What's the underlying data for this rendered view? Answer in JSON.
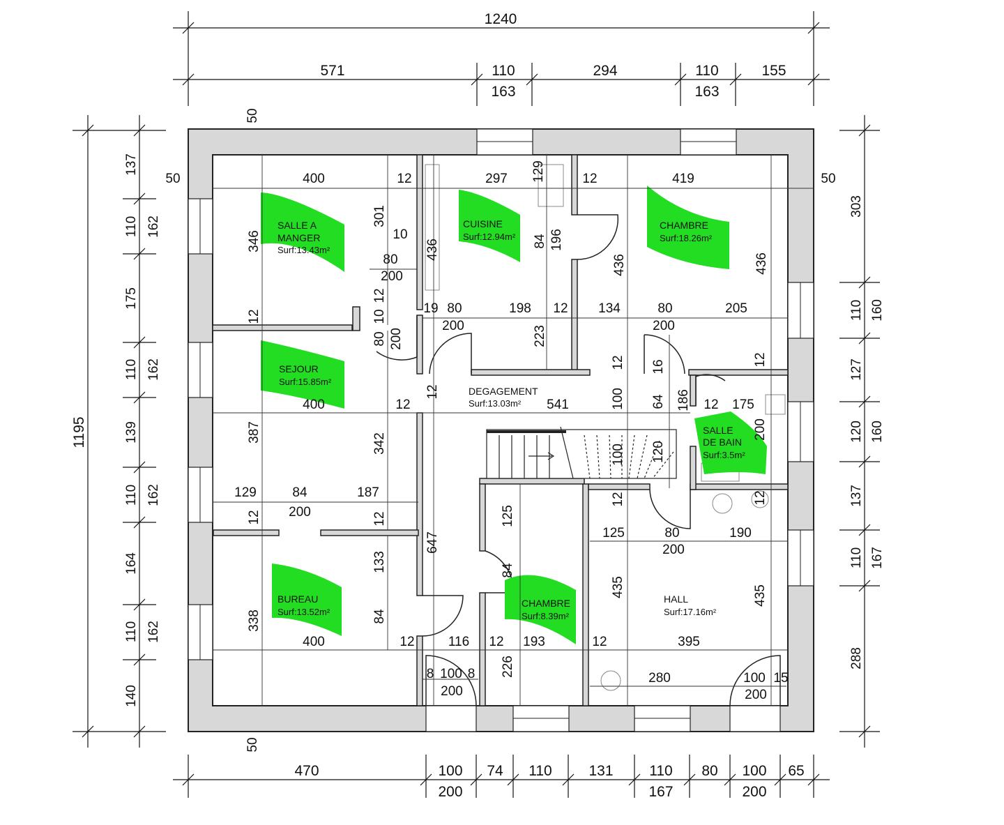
{
  "dimensions": {
    "top_total": "1240",
    "top_segments": [
      "571",
      "110",
      "294",
      "110",
      "155"
    ],
    "top_sub": [
      "163",
      "163"
    ],
    "left_total": "1195",
    "left_outer": [
      "137",
      "110",
      "175",
      "110",
      "139",
      "110",
      "164",
      "110",
      "140"
    ],
    "left_inner": [
      "162",
      "162",
      "162",
      "162"
    ],
    "right_outer": [
      "303",
      "110",
      "127",
      "120",
      "137",
      "110",
      "288"
    ],
    "right_inner": [
      "160",
      "160",
      "167"
    ],
    "bottom_segments": [
      "470",
      "100",
      "74",
      "110",
      "131",
      "110",
      "80",
      "100",
      "65"
    ],
    "bottom_sub": [
      "200",
      "167",
      "200"
    ],
    "wall_thickness": [
      "50",
      "50",
      "50",
      "50"
    ]
  },
  "rooms": [
    {
      "name": "SALLE A",
      "name2": "MANGER",
      "area": "Surf:13.43m²"
    },
    {
      "name": "CUISINE",
      "area": "Surf:12.94m²"
    },
    {
      "name": "CHAMBRE",
      "area": "Surf:18.26m²"
    },
    {
      "name": "SEJOUR",
      "area": "Surf:15.85m²"
    },
    {
      "name": "DEGAGEMENT",
      "area": "Surf:13.03m²"
    },
    {
      "name": "SALLE",
      "name2": "DE BAIN",
      "area": "Surf:3.5m²"
    },
    {
      "name": "BUREAU",
      "area": "Surf:13.52m²"
    },
    {
      "name": "CHAMBRE",
      "area": "Surf:8.39m²"
    },
    {
      "name": "HALL",
      "area": "Surf:17.16m²"
    }
  ],
  "interior_dims": {
    "d400a": "400",
    "d12a": "12",
    "d297": "297",
    "d129a": "129",
    "d12b": "12",
    "d419": "419",
    "d346": "346",
    "d301": "301",
    "d10a": "10",
    "d80a": "80",
    "d200a": "200",
    "d436a": "436",
    "d84a": "84",
    "d196": "196",
    "d436b": "436",
    "d436c": "436",
    "d12c": "12",
    "d12d": "12",
    "d19": "19",
    "d80b": "80",
    "d198": "198",
    "d12e": "12",
    "d134": "134",
    "d80c": "80",
    "d205": "205",
    "d200b": "200",
    "d200c": "200",
    "d10b": "10",
    "d80v": "80",
    "d200v": "200",
    "d223": "223",
    "d12f": "12",
    "d16": "16",
    "d12g": "12",
    "d400b": "400",
    "d12h": "12",
    "d12i": "12",
    "d541": "541",
    "d100a": "100",
    "d64": "64",
    "d186": "186",
    "d12j": "12",
    "d175": "175",
    "d200d": "200",
    "d387": "387",
    "d342": "342",
    "d100b": "100",
    "d120": "120",
    "d129b": "129",
    "d84b": "84",
    "d187": "187",
    "d200e": "200",
    "d12k": "12",
    "d12l": "12",
    "d125a": "125",
    "d12m": "12",
    "d12n": "12",
    "d647": "647",
    "d125b": "125",
    "d80d": "80",
    "d190": "190",
    "d200f": "200",
    "d133": "133",
    "d84c": "84",
    "d338": "338",
    "d84d": "84",
    "d435a": "435",
    "d435b": "435",
    "d400c": "400",
    "d12o": "12",
    "d116": "116",
    "d12p": "12",
    "d193": "193",
    "d12q": "12",
    "d395": "395",
    "d8a": "8",
    "d100c": "100",
    "d8b": "8",
    "d200g": "200",
    "d226": "226",
    "d280": "280",
    "d100d": "100",
    "d15": "15",
    "d200h": "200"
  },
  "colors": {
    "wall_fill": "#d8d8d8",
    "wall_stroke": "#222222",
    "room_highlight": "#22dd22",
    "line": "#111111"
  }
}
